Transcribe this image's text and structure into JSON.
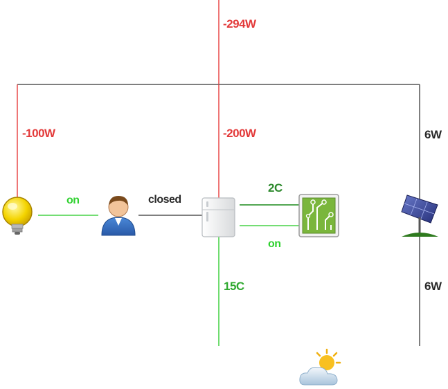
{
  "colors": {
    "power_wire": "#e84848",
    "bus_wire": "#555555",
    "signal_wire": "#60d860",
    "label_red": "#e33a3a",
    "label_green": "#2fd12f",
    "label_dark": "#2a2a2a"
  },
  "labels": {
    "main_power": "-294W",
    "lamp_power": "-100W",
    "fridge_power": "-200W",
    "solar_power_top": "6W",
    "solar_power_bottom": "6W",
    "lamp_state": "on",
    "door_state": "closed",
    "controller_setpoint": "2C",
    "controller_state": "on",
    "outdoor_temp": "15C"
  },
  "icons": {
    "lamp": "light-bulb-icon",
    "person": "person-icon",
    "fridge": "refrigerator-icon",
    "controller": "circuit-board-icon",
    "solar": "solar-panel-icon",
    "weather": "sun-cloud-icon"
  }
}
